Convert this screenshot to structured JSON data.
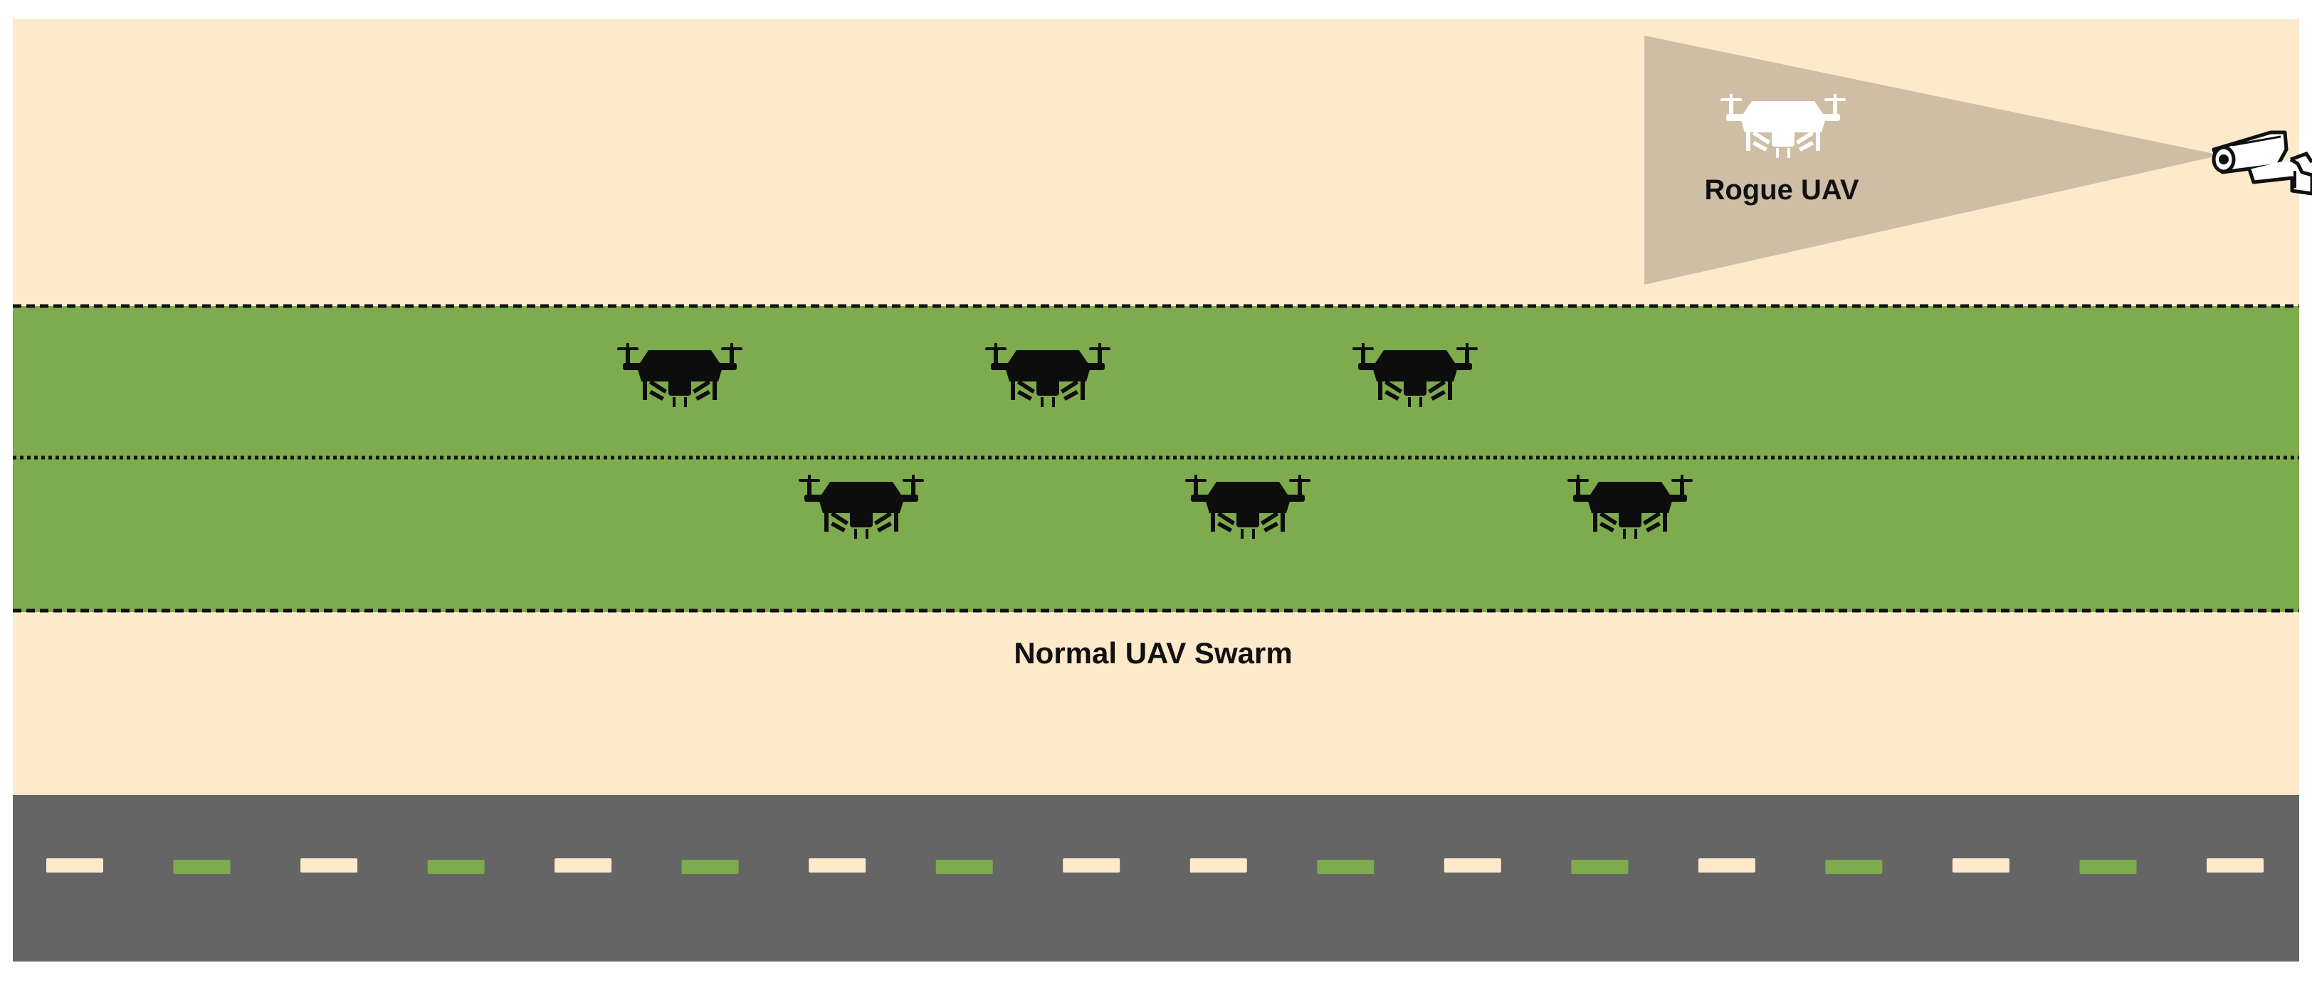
{
  "labels": {
    "rogue": "Rogue UAV",
    "swarm": "Normal UAV Swarm"
  },
  "colors": {
    "sky": "#fee9cb",
    "swarm_band": "#7eab4e",
    "road": "#656565",
    "camera_cone": "#cfbea6",
    "drone_dark": "#0d0d0d",
    "drone_light": "#ffffff",
    "dash_cream": "#fee9cb",
    "dash_green": "#7eab4e",
    "boundary_line": "#111111"
  },
  "icons": {
    "drone": "quadcopter-drone-icon",
    "camera": "surveillance-camera-icon"
  },
  "swarm": {
    "upper_lane_drones": 3,
    "lower_lane_drones": 3
  },
  "road_markings": [
    "cream",
    "green",
    "cream",
    "green",
    "cream",
    "green",
    "cream",
    "green",
    "cream",
    "cream",
    "green",
    "cream",
    "green",
    "cream",
    "green",
    "cream",
    "green",
    "cream"
  ]
}
